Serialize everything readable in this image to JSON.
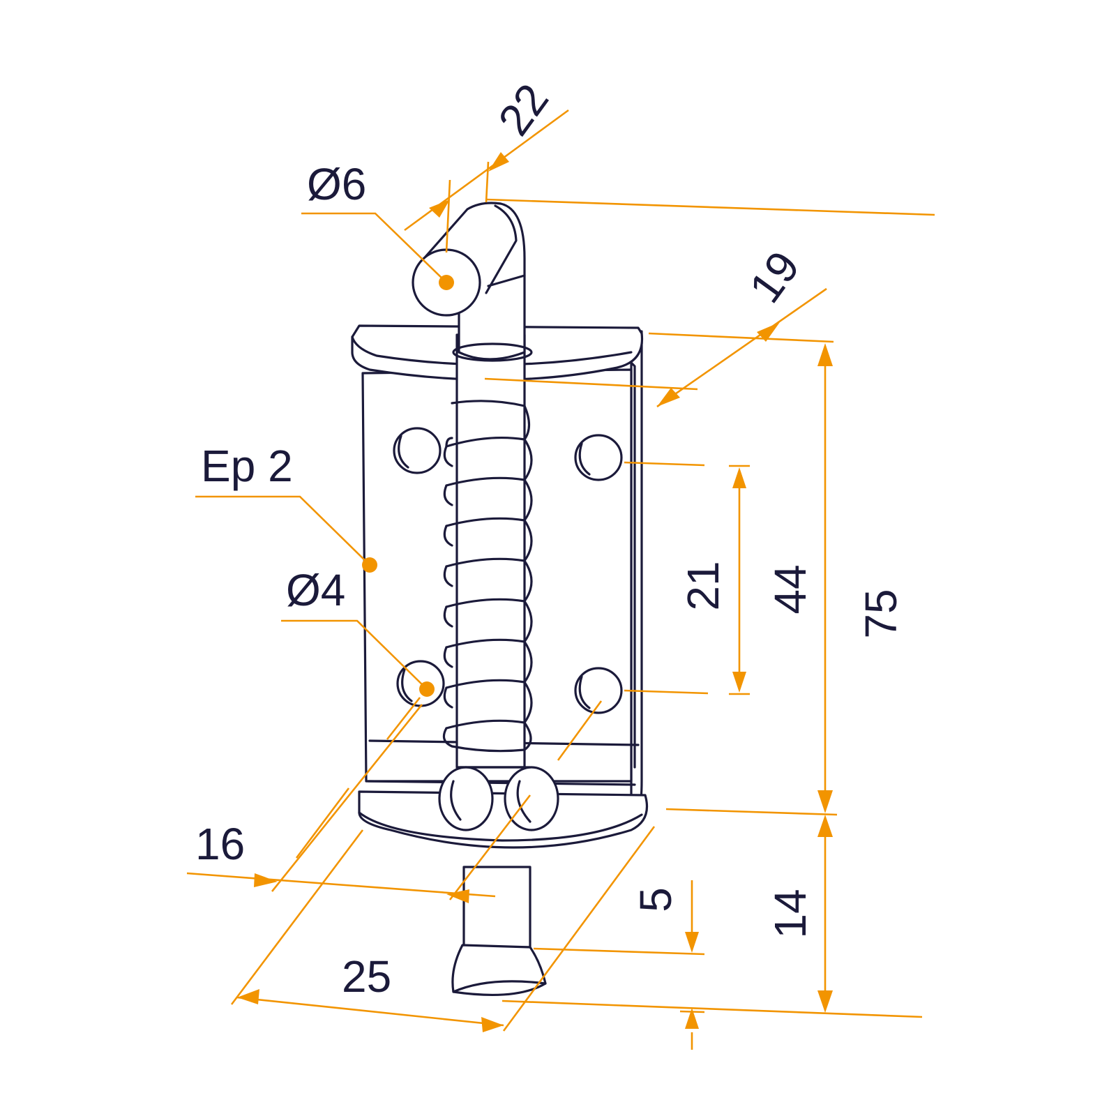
{
  "diagram": {
    "colors": {
      "outline": "#1b1a3a",
      "dimension": "#f29400",
      "background": "#ffffff"
    },
    "labels": {
      "pin_diameter": "Ø6",
      "handle_length": "22",
      "plate_depth": "19",
      "thickness": "Ep 2",
      "hole_diameter": "Ø4",
      "hole_spacing": "21",
      "plate_height": "44",
      "total_height": "75",
      "hole_offset": "16",
      "plate_width": "25",
      "tip_length": "5",
      "pin_projection": "14"
    }
  }
}
